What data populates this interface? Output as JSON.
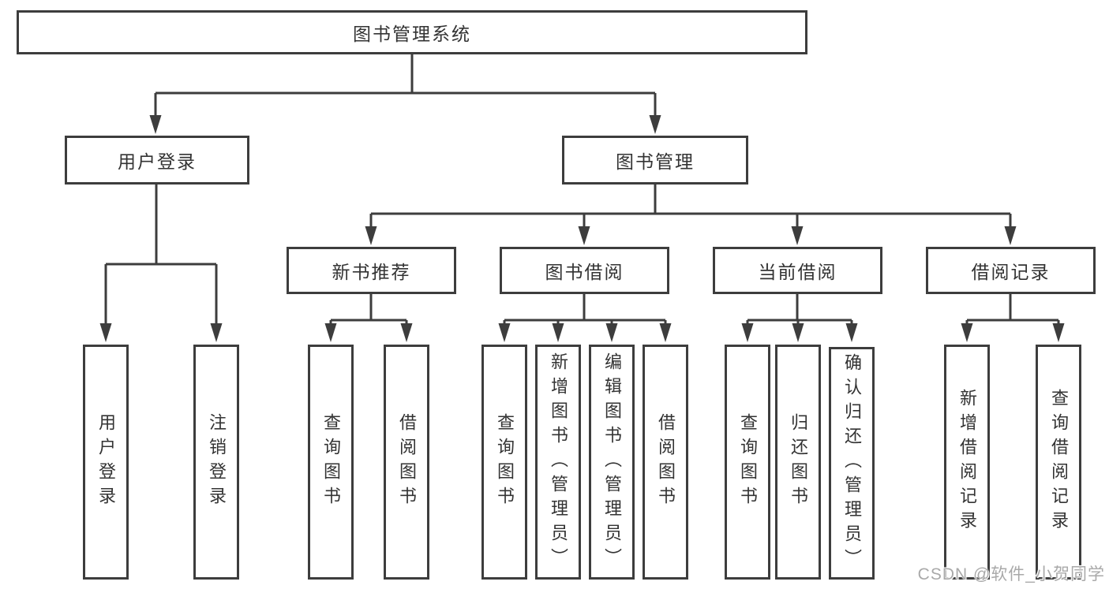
{
  "diagram": {
    "title": "图书管理系统",
    "root": "图书管理系统",
    "user_login": {
      "label": "用户登录",
      "children": [
        "用户登录",
        "注销登录"
      ]
    },
    "book_mgmt": {
      "label": "图书管理",
      "sections": [
        {
          "label": "新书推荐",
          "children": [
            "查询图书",
            "借阅图书"
          ]
        },
        {
          "label": "图书借阅",
          "children": [
            "查询图书",
            "新增图书（管理员）",
            "编辑图书（管理员）",
            "借阅图书"
          ]
        },
        {
          "label": "当前借阅",
          "children": [
            "查询图书",
            "归还图书",
            "确认归还（管理员）"
          ]
        },
        {
          "label": "借阅记录",
          "children": [
            "新增借阅记录",
            "查询借阅记录"
          ]
        }
      ]
    }
  },
  "watermark": "CSDN @软件_小贺同学",
  "colors": {
    "line": "#3d3d3d",
    "box_border": "#3d3d3d",
    "text": "#333333",
    "background": "#ffffff",
    "watermark_text": "#a9a9a9"
  }
}
